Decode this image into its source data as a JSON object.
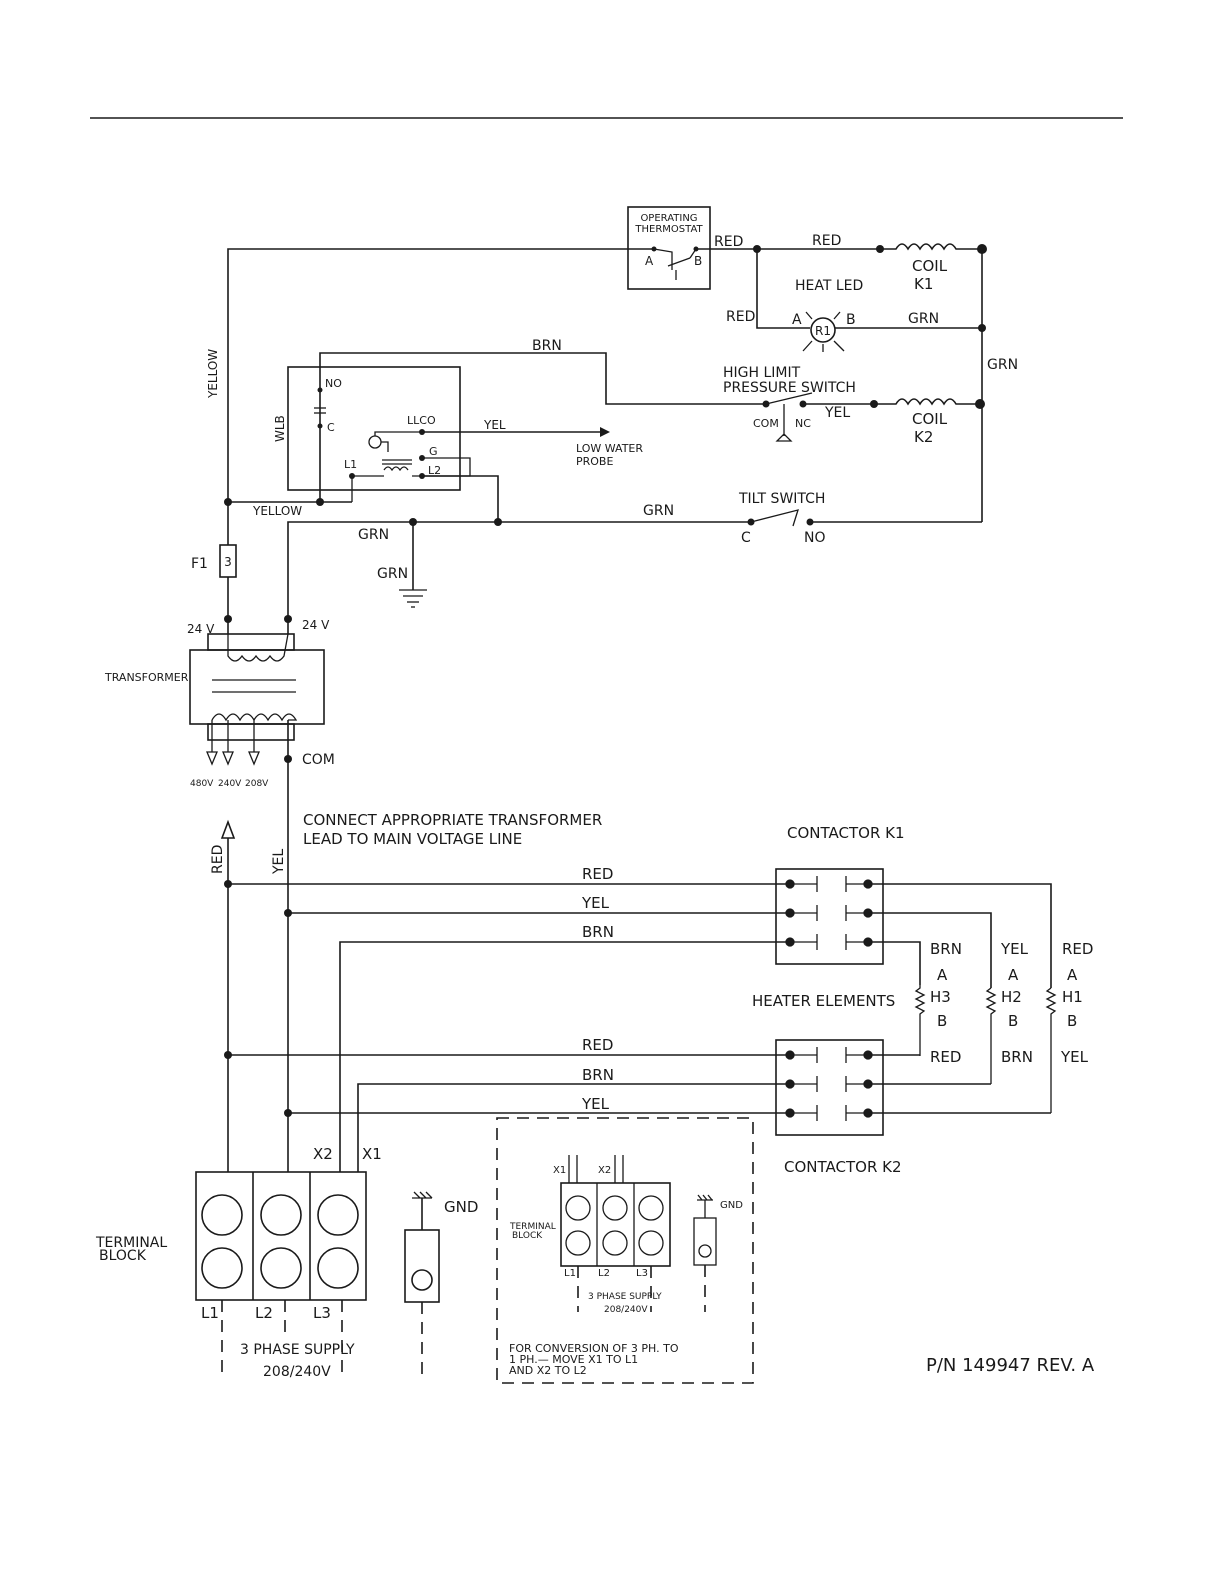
{
  "labels": {
    "operating_thermostat_1": "OPERATING",
    "operating_thermostat_2": "THERMOSTAT",
    "thermo_a": "A",
    "thermo_b": "B",
    "red_1": "RED",
    "red_2": "RED",
    "red_3": "RED",
    "coil": "COIL",
    "k1": "K1",
    "heat_led": "HEAT  LED",
    "led_a": "A",
    "led_b": "B",
    "r1": "R1",
    "grn_led": "GRN",
    "grn_right": "GRN",
    "brn_top": "BRN",
    "yellow_vertical": "YELLOW",
    "no_wlb": "NO",
    "c_wlb": "C",
    "wlb": "WLB",
    "llco": "LLCO",
    "yel_probe": "YEL",
    "low_water_1": "LOW  WATER",
    "low_water_2": "PROBE",
    "g": "G",
    "l1_wlb": "L1",
    "l2_wlb": "L2",
    "high_limit_1": "HIGH  LIMIT",
    "high_limit_2": "PRESSURE  SWITCH",
    "com_sw": "COM",
    "nc_sw": "NC",
    "yel_sw": "YEL",
    "coil2": "COIL",
    "k2": "K2",
    "yellow_bottom": "YELLOW",
    "grn_mid": "GRN",
    "grn_left": "GRN",
    "tilt_switch": "TILT  SWITCH",
    "tilt_c": "C",
    "tilt_no": "NO",
    "grn_ground": "GRN",
    "f1": "F1",
    "fuse_3": "3",
    "v24_left": "24  V",
    "v24_right": "24  V",
    "transformer": "TRANSFORMER",
    "v480": "480V",
    "v240": "240V",
    "v208": "208V",
    "com": "COM",
    "connect_1": "CONNECT  APPROPRIATE  TRANSFORMER",
    "connect_2": "LEAD  TO  MAIN  VOLTAGE  LINE",
    "red_vert": "RED",
    "yel_vert": "YEL",
    "contactor_k1": "CONTACTOR  K1",
    "contactor_k2": "CONTACTOR  K2",
    "k1_red": "RED",
    "k1_yel": "YEL",
    "k1_brn": "BRN",
    "k2_red": "RED",
    "k2_brn": "BRN",
    "k2_yel": "YEL",
    "heater_elements": "HEATER  ELEMENTS",
    "h_brn": "BRN",
    "h_yel": "YEL",
    "h_red": "RED",
    "h3_a": "A",
    "h2_a": "A",
    "h1_a": "A",
    "h3": "H3",
    "h2": "H2",
    "h1": "H1",
    "h3_b": "B",
    "h2_b": "B",
    "h1_b": "B",
    "hb_red": "RED",
    "hb_brn": "BRN",
    "hb_yel": "YEL",
    "x2": "X2",
    "x1": "X1",
    "terminal_block_1": "TERMINAL",
    "terminal_block_2": "BLOCK",
    "tb_l1": "L1",
    "tb_l2": "L2",
    "tb_l3": "L3",
    "phase_supply_1": "3  PHASE  SUPPLY",
    "phase_supply_2": "208/240V",
    "gnd": "GND",
    "inset_x1": "X1",
    "inset_x2": "X2",
    "inset_tb_1": "TERMINAL",
    "inset_tb_2": "BLOCK",
    "inset_l1": "L1",
    "inset_l2": "L2",
    "inset_l3": "L3",
    "inset_supply_1": "3  PHASE  SUPPLY",
    "inset_supply_2": "208/240V",
    "inset_gnd": "GND",
    "conversion_1": "FOR  CONVERSION  OF  3  PH.  TO",
    "conversion_2": "1  PH.—  MOVE  X1  TO  L1",
    "conversion_3": "AND  X2  TO  L2",
    "part_number": "P/N  149947  REV.  A"
  }
}
